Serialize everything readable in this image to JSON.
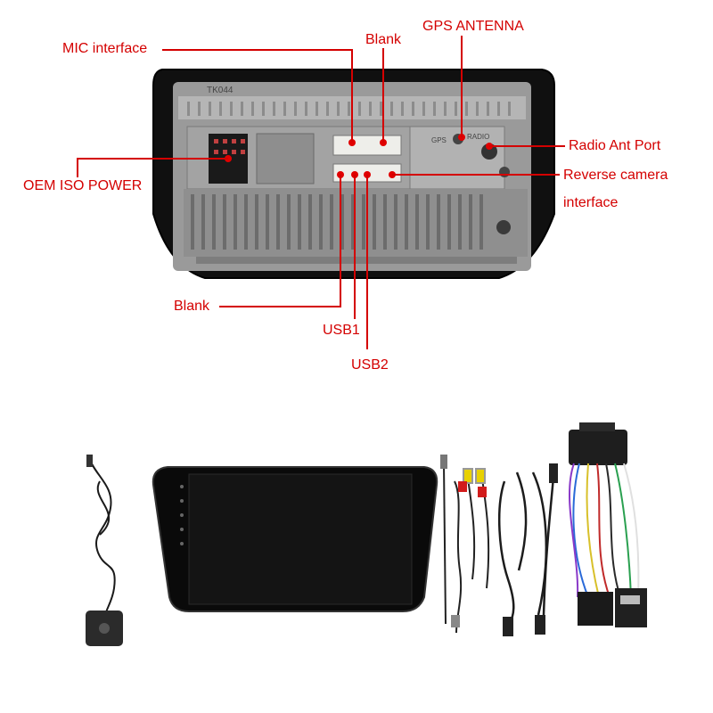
{
  "callouts": {
    "mic_interface": "MIC interface",
    "blank_top": "Blank",
    "gps_antenna": "GPS ANTENNA",
    "radio_ant_port": "Radio Ant Port",
    "reverse_camera_line1": "Reverse camera",
    "reverse_camera_line2": "interface",
    "oem_iso_power": "OEM ISO POWER",
    "blank_bottom": "Blank",
    "usb1": "USB1",
    "usb2": "USB2"
  },
  "unit_markings": {
    "model_left": "TK044",
    "gps": "GPS",
    "radio": "RADIO"
  },
  "colors": {
    "callout": "#d40000",
    "callout_line": "#d40000",
    "unit_frame": "#111111",
    "unit_panel": "#a8a8a8",
    "screen": "#0c0c0c"
  },
  "icons": [
    "gps-antenna-icon",
    "head-unit-icon",
    "usb-cable-icon",
    "rca-cable-icon",
    "wiring-harness-icon"
  ]
}
